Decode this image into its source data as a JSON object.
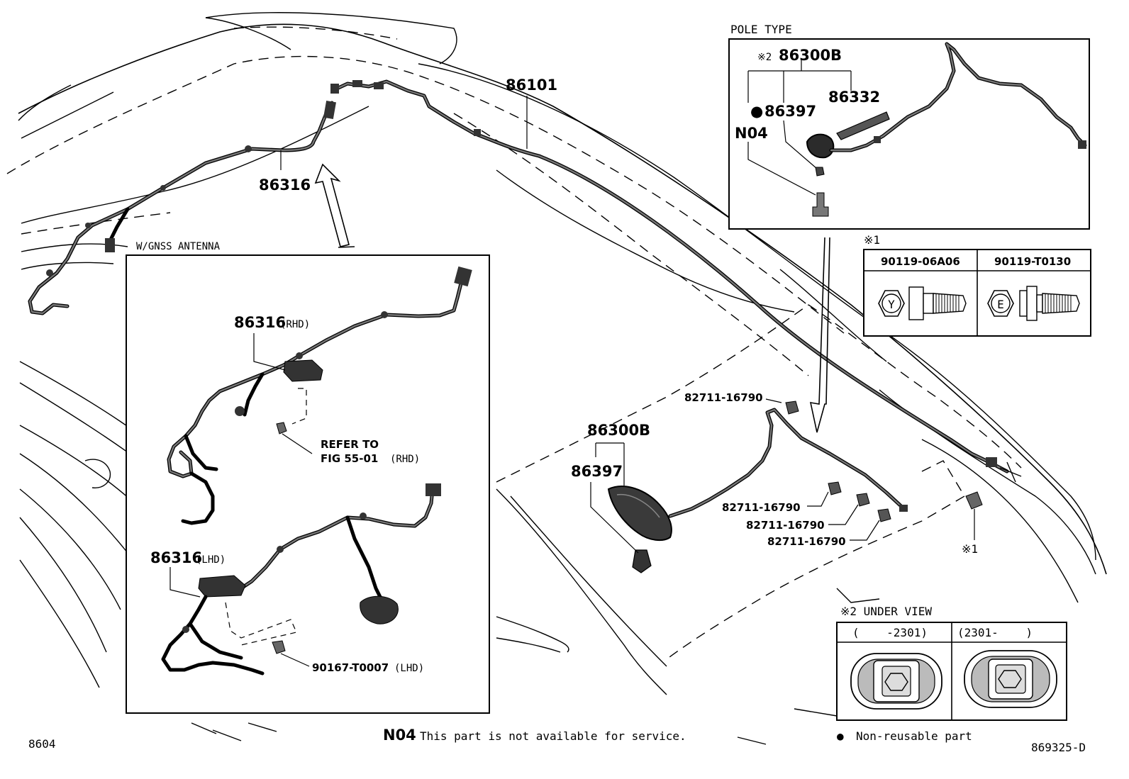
{
  "pole_type": {
    "title": "POLE TYPE",
    "note_ref": "※2",
    "antenna_pn": "86300B",
    "rod_pn": "86332",
    "nut_pn": "86397",
    "nut_marker": "●",
    "n04": "N04"
  },
  "main": {
    "cable_pn": "86101",
    "harness_pn": "86316",
    "antenna_pn": "86300B",
    "nut_pn": "86397",
    "clip_pn_1": "82711-16790",
    "clip_pn_2": "82711-16790",
    "clip_pn_3": "82711-16790",
    "clip_pn_4": "82711-16790",
    "bolt_ref": "※1"
  },
  "gnss": {
    "title": "W/GNSS ANTENNA",
    "rhd_pn": "86316",
    "rhd_tag": "(RHD)",
    "refer_line1": "REFER TO",
    "refer_line2": "FIG 55-01",
    "refer_tag": "(RHD)",
    "lhd_pn": "86316",
    "lhd_tag": "(LHD)",
    "clip_pn": "90167-T0007",
    "clip_tag": "(LHD)"
  },
  "bolt_table": {
    "ref": "※1",
    "col1": "90119-06A06",
    "col2": "90119-T0130",
    "mark1": "Y",
    "mark2": "E"
  },
  "under_view": {
    "title": "※2 UNDER VIEW",
    "col1": "(    -2301)",
    "col2": "(2301-    )"
  },
  "footer": {
    "page_code": "8604",
    "n04_label": "N04",
    "n04_text": "This part is not available for service.",
    "bullet": "●",
    "nonreuse_text": "Non-reusable part",
    "fig_code": "869325-D"
  }
}
